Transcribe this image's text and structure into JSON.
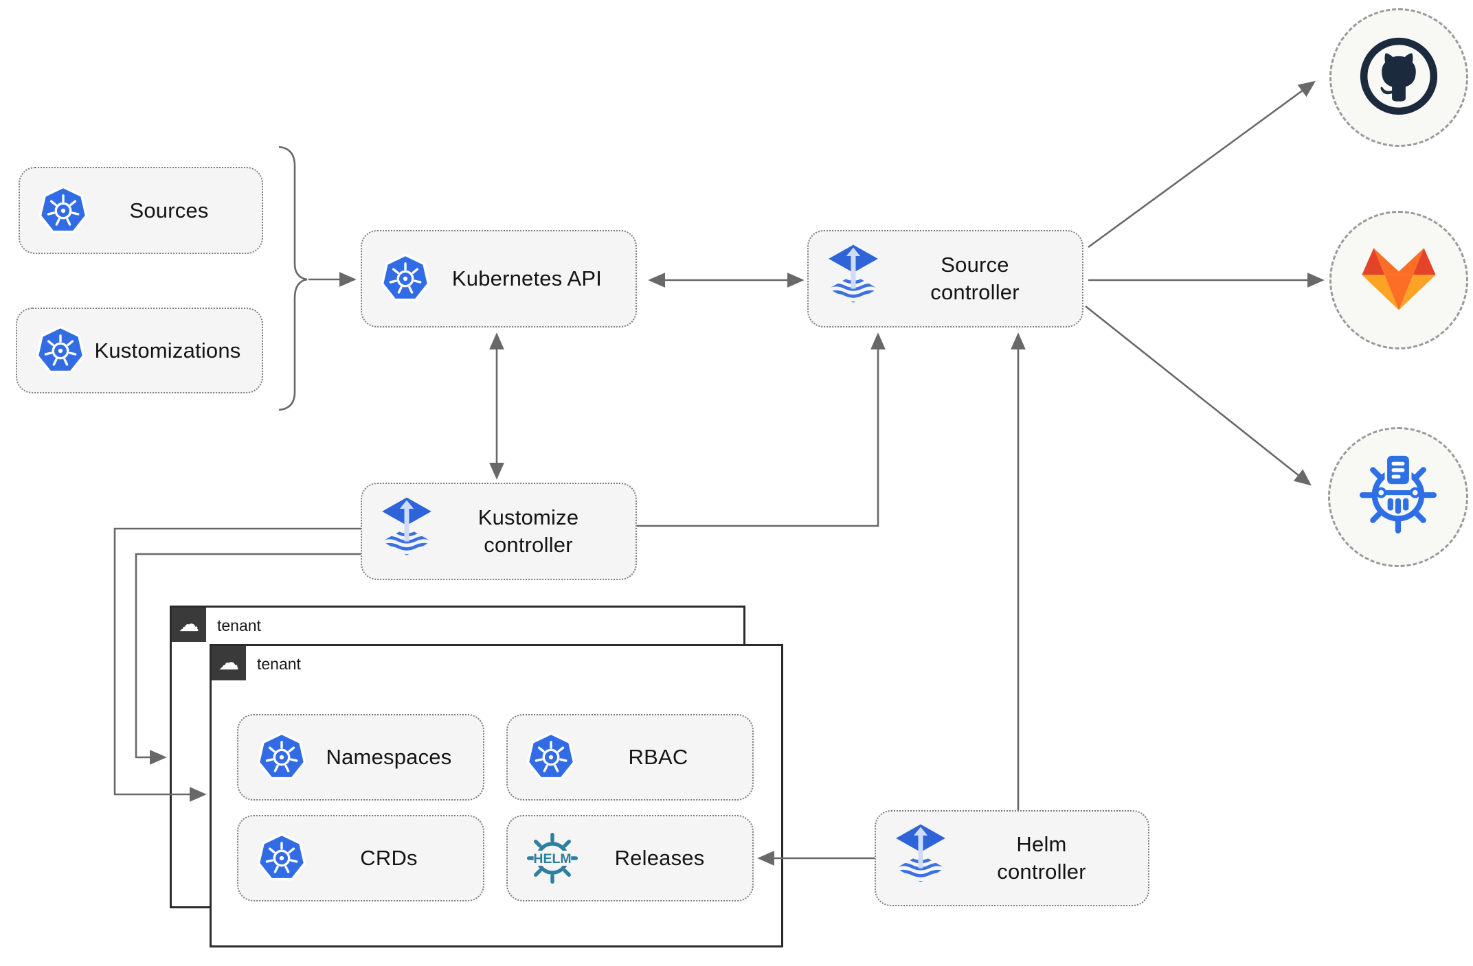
{
  "nodes": {
    "sources": {
      "label": "Sources",
      "icon": "kubernetes-icon"
    },
    "kustomizations": {
      "label": "Kustomizations",
      "icon": "kubernetes-icon"
    },
    "kubernetes_api": {
      "label": "Kubernetes API",
      "icon": "kubernetes-icon"
    },
    "source_controller": {
      "line1": "Source",
      "line2": "controller",
      "icon": "flux-icon"
    },
    "kustomize_controller": {
      "line1": "Kustomize",
      "line2": "controller",
      "icon": "flux-icon"
    },
    "helm_controller": {
      "line1": "Helm",
      "line2": "controller",
      "icon": "flux-icon"
    },
    "namespaces": {
      "label": "Namespaces",
      "icon": "kubernetes-icon"
    },
    "rbac": {
      "label": "RBAC",
      "icon": "kubernetes-icon"
    },
    "crds": {
      "label": "CRDs",
      "icon": "kubernetes-icon"
    },
    "releases": {
      "label": "Releases",
      "icon": "helm-icon"
    }
  },
  "groups": {
    "outer_tenant": {
      "label": "tenant",
      "icon": "cloud-icon"
    },
    "inner_tenant": {
      "label": "tenant",
      "icon": "cloud-icon"
    }
  },
  "endpoints": {
    "github": {
      "icon": "github-icon"
    },
    "gitlab": {
      "icon": "gitlab-icon"
    },
    "bucket": {
      "icon": "bucket-storage-icon"
    }
  },
  "icons": {
    "helm_wordmark": "HELM",
    "cloud_glyph": "☁"
  },
  "colors": {
    "kubernetes_blue": "#326ce5",
    "flux_blue": "#2f63d8",
    "flux_light": "#cfdcf8",
    "helm_teal": "#2e7f9e",
    "github_dark": "#1b2a3c",
    "gitlab_red": "#e24329",
    "gitlab_orange": "#fc6d26",
    "gitlab_yellow": "#fca326",
    "bucket_blue": "#2f6fe5",
    "edge_gray": "#686868",
    "box_fill": "#f5f5f5"
  }
}
